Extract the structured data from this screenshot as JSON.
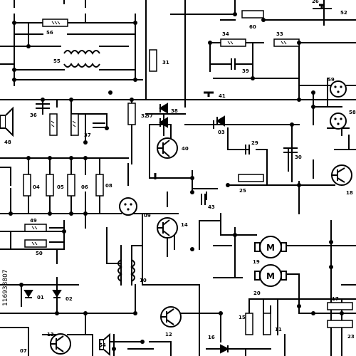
{
  "watermark_id": "116938807",
  "labels": {
    "l01": "01",
    "l02": "02",
    "l03": "03",
    "l04": "04",
    "l05": "05",
    "l06": "06",
    "l07": "07",
    "l08": "08",
    "l09": "09",
    "l10": "10",
    "l11": "11",
    "l12": "12",
    "l13": "13",
    "l14": "14",
    "l15": "15",
    "l16": "16",
    "l17": "17",
    "l18": "18",
    "l19": "19",
    "l20": "20",
    "l23": "23",
    "l25": "25",
    "l26": "26",
    "l29": "29",
    "l30": "30",
    "l31": "31",
    "l32": "32",
    "l33": "33",
    "l34": "34",
    "l36": "36",
    "l37": "37",
    "l38": "38",
    "l39": "39",
    "l40": "40",
    "l41": "41",
    "l43": "43",
    "l48": "48",
    "l49": "49",
    "l50": "50",
    "l52": "52",
    "l54": "54",
    "l55": "55",
    "l56": "56",
    "l57": "57",
    "l58": "58",
    "l59": "59",
    "l60": "60"
  },
  "motor_letter": "M",
  "colors": {
    "line": "#000000",
    "background": "#ffffff"
  }
}
